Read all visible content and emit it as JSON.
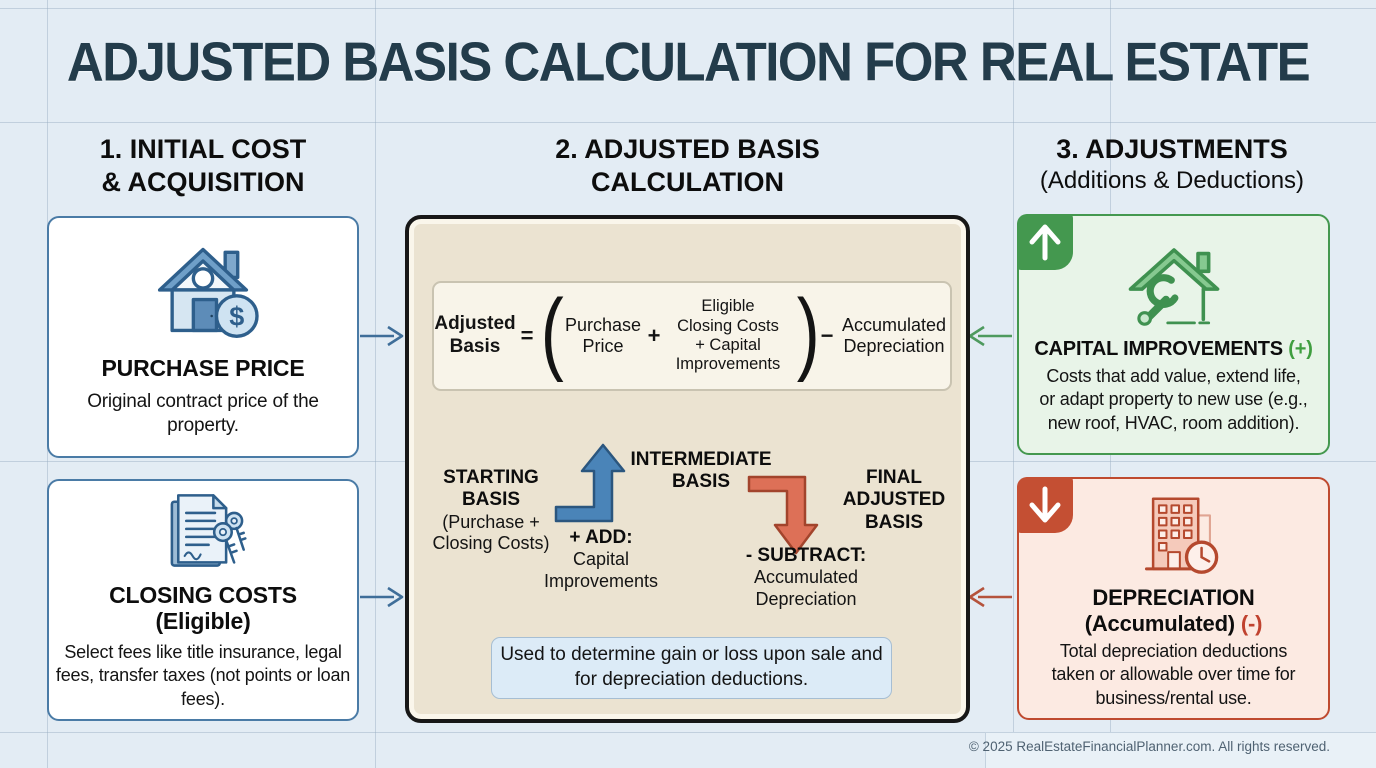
{
  "title": "ADJUSTED BASIS CALCULATION FOR REAL ESTATE",
  "columns": {
    "col1": {
      "lines": [
        "1. INITIAL COST",
        "& ACQUISITION"
      ]
    },
    "col2": {
      "lines": [
        "2. ADJUSTED BASIS",
        "CALCULATION"
      ]
    },
    "col3": {
      "line1": "3. ADJUSTMENTS",
      "line2": "(Additions & Deductions)"
    }
  },
  "cards": {
    "purchase_price": {
      "title": "PURCHASE PRICE",
      "body": "Original contract price of the property."
    },
    "closing_costs": {
      "title_lines": [
        "CLOSING COSTS",
        "(Eligible)"
      ],
      "body": "Select fees like title insurance, legal fees, transfer taxes (not points or loan fees)."
    },
    "capital_improvements": {
      "title": "CAPITAL IMPROVEMENTS",
      "title_suffix": "(+)",
      "body": "Costs that add value, extend life, or adapt property to new use (e.g., new roof, HVAC, room addition)."
    },
    "depreciation": {
      "title_lines": [
        "DEPRECIATION",
        "(Accumulated)"
      ],
      "title_suffix": "(-)",
      "body": "Total depreciation deductions taken or allowable over time for business/rental use."
    }
  },
  "formula": {
    "lhs_lines": [
      "Adjusted",
      "Basis"
    ],
    "equals": "=",
    "open_paren": "(",
    "term1_lines": [
      "Purchase",
      "Price"
    ],
    "plus": "+",
    "term2_lines": [
      "Eligible",
      "Closing Costs",
      "+ Capital",
      "Improvements"
    ],
    "close_paren": ")",
    "minus": "−",
    "term3_lines": [
      "Accumulated",
      "Depreciation"
    ]
  },
  "flow": {
    "starting_title": "STARTING BASIS",
    "starting_sub": "(Purchase + Closing Costs)",
    "add_label": "+ ADD:",
    "add_sub": "Capital Improvements",
    "intermediate_title": "INTERMEDIATE BASIS",
    "subtract_label": "- SUBTRACT:",
    "subtract_sub": "Accumulated Depreciation",
    "final_title": "FINAL ADJUSTED BASIS"
  },
  "note": "Used to determine gain or loss upon sale and for depreciation deductions.",
  "footer": {
    "copyright": "© 2025 RealEstateFinancialPlanner.com. All rights reserved."
  },
  "icons": {
    "dollar_glyph": "$"
  },
  "colors": {
    "background": "#e3ecf4",
    "title_text": "#233c4b",
    "card_border_blue": "#4a7ba6",
    "panel_border": "#171717",
    "panel_bg": "#ebe3d1",
    "formula_box_bg": "#f8f4e9",
    "note_bg": "#dcebf7",
    "green_accent": "#44984f",
    "green_card_bg": "#e8f4e8",
    "red_accent": "#c44f33",
    "red_card_bg": "#fceae2",
    "arrow_blue": "#4a84b8",
    "arrow_red": "#dd7057"
  }
}
